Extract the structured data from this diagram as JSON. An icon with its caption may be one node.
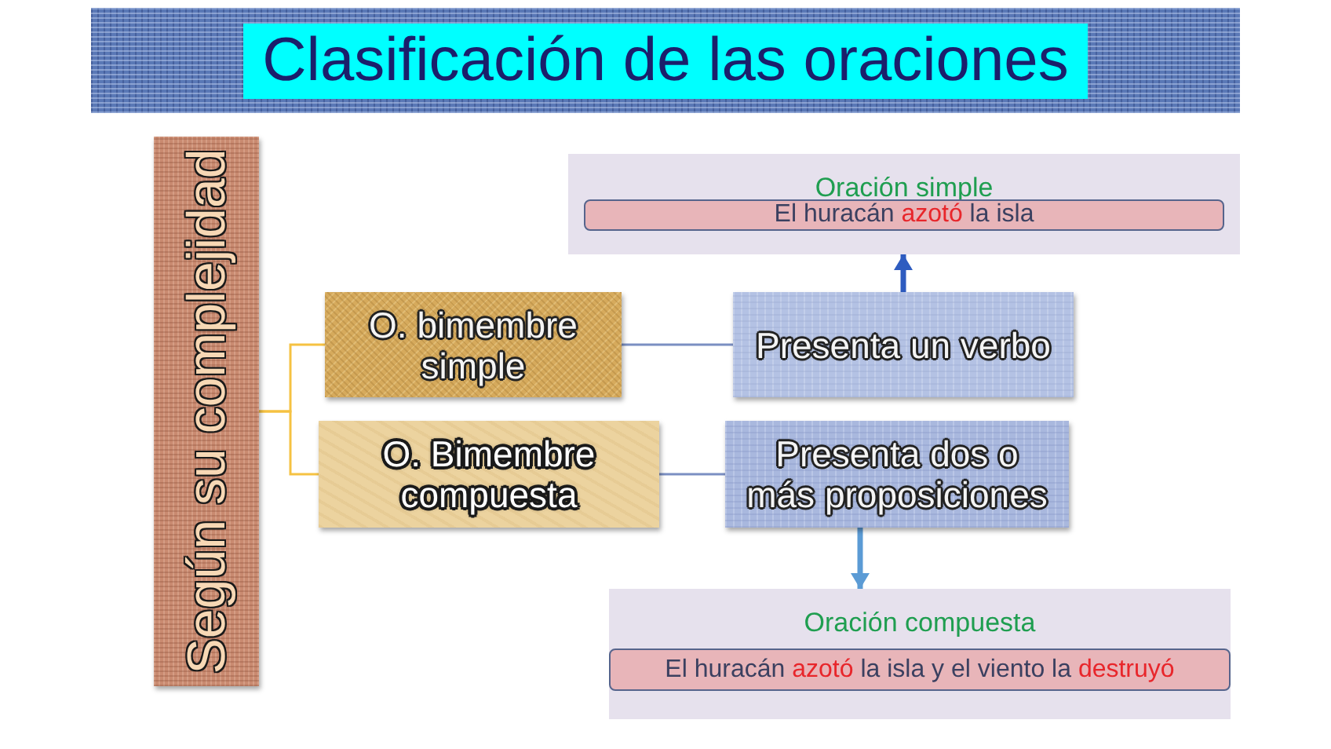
{
  "diagram": {
    "title": "Clasificación de las oraciones",
    "nodes": [
      {
        "text": [
          "Según su complejidad"
        ]
      },
      {
        "text": [
          "O. bimembre simple"
        ]
      },
      {
        "text": [
          "O. Bimembre compuesta"
        ]
      },
      {
        "text": [
          "Presenta un verbo"
        ]
      },
      {
        "text": [
          "Presenta dos o más proposiciones"
        ]
      },
      {
        "text": [
          "Oración simple"
        ]
      },
      {
        "text": [
          "El huracán **azotó** la isla"
        ],
        "in": 5
      },
      {
        "text": [
          "Oración compuesta"
        ]
      },
      {
        "text": [
          "El huracán **azotó** la isla y el viento la **destruyó**"
        ],
        "in": 7
      }
    ],
    "edges": [
      {
        "from": 0,
        "to": 1,
        "arrow": "none",
        "color": "#f5c242"
      },
      {
        "from": 0,
        "to": 2,
        "arrow": "none",
        "color": "#f5c242"
      },
      {
        "from": 1,
        "to": 3,
        "arrow": "none",
        "color": "#7b8fc2"
      },
      {
        "from": 2,
        "to": 4,
        "arrow": "none",
        "color": "#7b8fc2"
      },
      {
        "from": 3,
        "to": 5,
        "arrow": "to",
        "style": "thick",
        "color": "#2e5cc0"
      },
      {
        "from": 4,
        "to": 7,
        "arrow": "to",
        "style": "thick",
        "color": "#5b9bd5"
      }
    ]
  }
}
